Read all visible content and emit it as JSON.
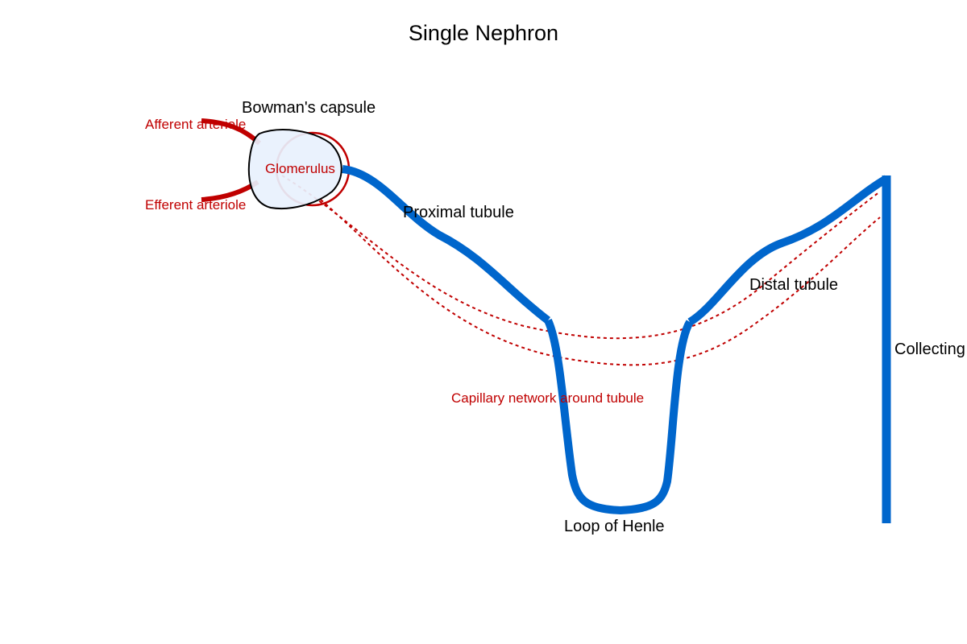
{
  "title": "Single Nephron",
  "colors": {
    "tubule": "#0066cc",
    "vessel": "#c00000",
    "capsule_fill": "#e8f1fd",
    "outline": "#000000"
  },
  "labels": {
    "bowmans_capsule": "Bowman's capsule",
    "afferent_arteriole": "Afferent arteriole",
    "efferent_arteriole": "Efferent arteriole",
    "glomerulus": "Glomerulus",
    "proximal_tubule": "Proximal tubule",
    "distal_tubule": "Distal tubule",
    "collecting_duct": "Collecting",
    "loop_of_henle": "Loop of Henle",
    "capillary_network": "Capillary network around tubule"
  }
}
